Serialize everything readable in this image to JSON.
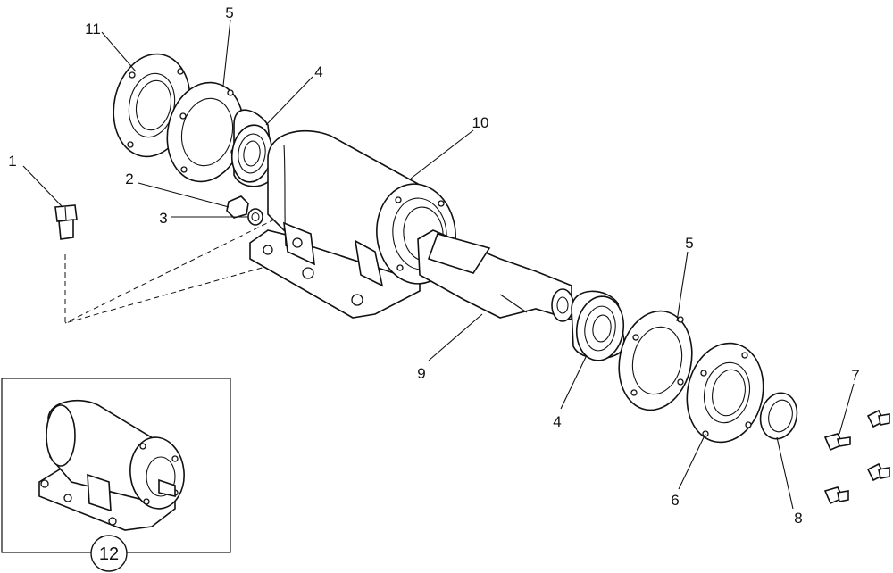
{
  "labels": {
    "p1": "1",
    "p2": "2",
    "p3": "3",
    "p4_top": "4",
    "p4_bottom": "4",
    "p5_top": "5",
    "p5_right": "5",
    "p6": "6",
    "p7": "7",
    "p8": "8",
    "p9": "9",
    "p10": "10",
    "p11": "11",
    "p12": "12"
  }
}
